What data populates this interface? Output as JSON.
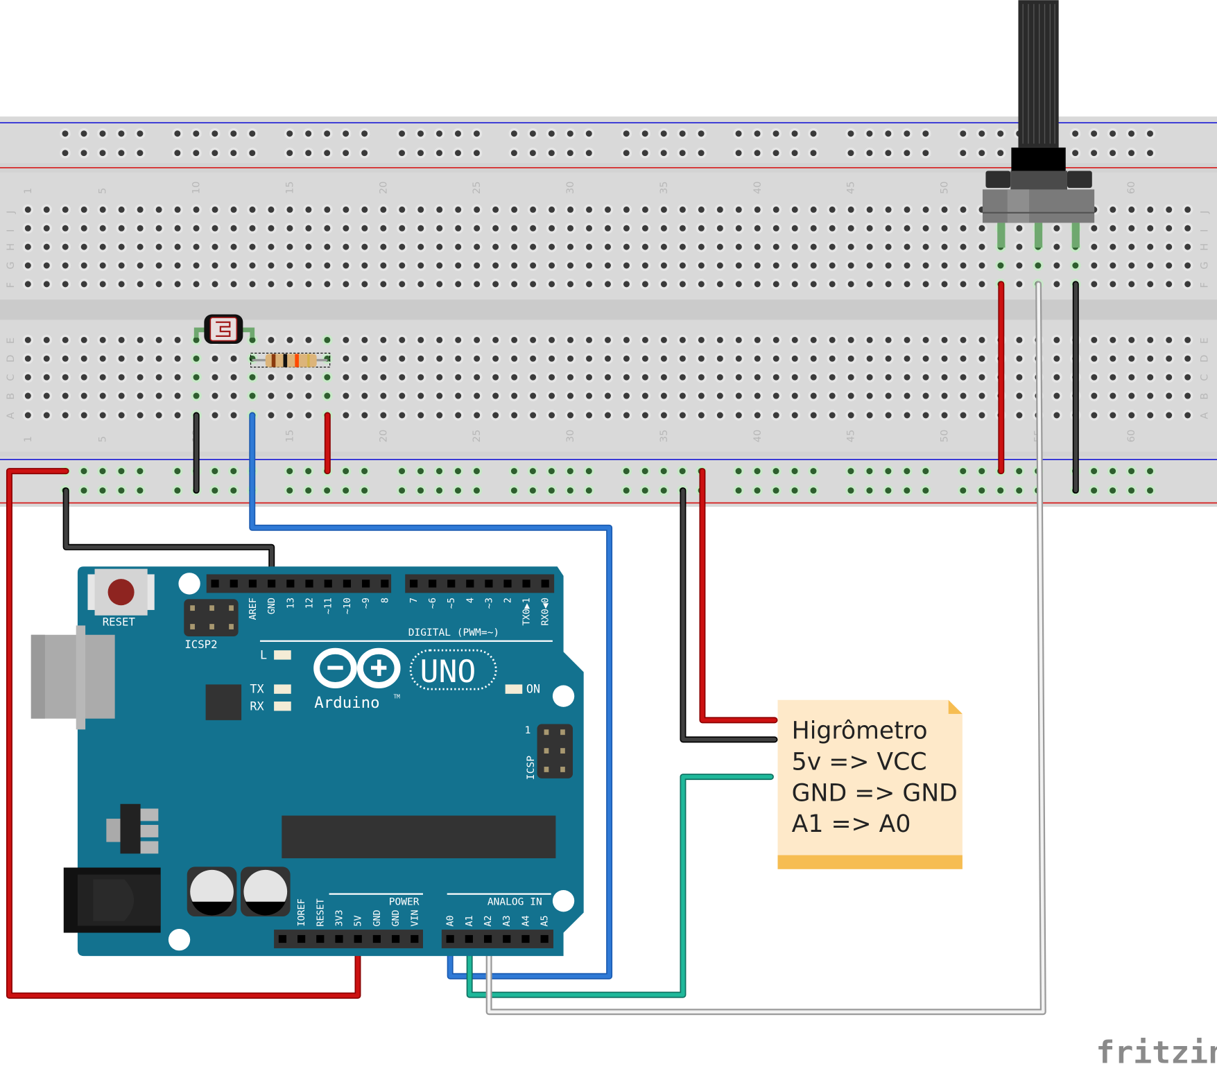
{
  "breadboard": {
    "column_numbers": [
      "1",
      "5",
      "10",
      "15",
      "20",
      "25",
      "30",
      "35",
      "40",
      "45",
      "50",
      "55",
      "60"
    ],
    "top_rows": [
      "J",
      "I",
      "H",
      "G",
      "F"
    ],
    "bottom_rows": [
      "E",
      "D",
      "C",
      "B",
      "A"
    ],
    "colors": {
      "body": "#d9d9d9",
      "hole": "#3a3a3a",
      "rail_blue": "#1a1ad6",
      "rail_red": "#d61a1a",
      "connected": "#2e5e2e"
    }
  },
  "components": {
    "ldr": {
      "name": "photoresistor"
    },
    "resistor": {
      "name": "resistor",
      "bands": [
        "#8b3a0e",
        "#111111",
        "#ff4a00",
        "#d4b24a"
      ]
    },
    "potentiometer": {
      "name": "rotary-potentiometer"
    }
  },
  "arduino": {
    "model_label": "UNO",
    "brand_label": "Arduino",
    "tm": "TM",
    "reset_label": "RESET",
    "icsp2_label": "ICSP2",
    "icsp_label": "ICSP",
    "icsp_pin1": "1",
    "led_labels": {
      "l": "L",
      "tx": "TX",
      "rx": "RX",
      "on": "ON"
    },
    "digital_header_label": "DIGITAL (PWM=~)",
    "digital_pins": [
      "AREF",
      "GND",
      "13",
      "12",
      "~11",
      "~10",
      "~9",
      "8",
      "7",
      "~6",
      "~5",
      "4",
      "~3",
      "2",
      "TX0▶1",
      "RX0◀0"
    ],
    "power_header_label": "POWER",
    "power_pins": [
      "IOREF",
      "RESET",
      "3V3",
      "5V",
      "GND",
      "GND",
      "VIN"
    ],
    "analog_header_label": "ANALOG IN",
    "analog_pins": [
      "A0",
      "A1",
      "A2",
      "A3",
      "A4",
      "A5"
    ],
    "board_color": "#13728f"
  },
  "wires": {
    "colors": {
      "red": "#cc1111",
      "black": "#404040",
      "blue": "#2f7ad6",
      "teal": "#1fb89a",
      "white": "#f2f2f2"
    }
  },
  "note": {
    "lines": [
      "Higrômetro",
      "5v => VCC",
      "GND => GND",
      "A1 => A0"
    ],
    "bg": "#fee9c9",
    "accent": "#f6bd52"
  },
  "watermark": "fritzing"
}
